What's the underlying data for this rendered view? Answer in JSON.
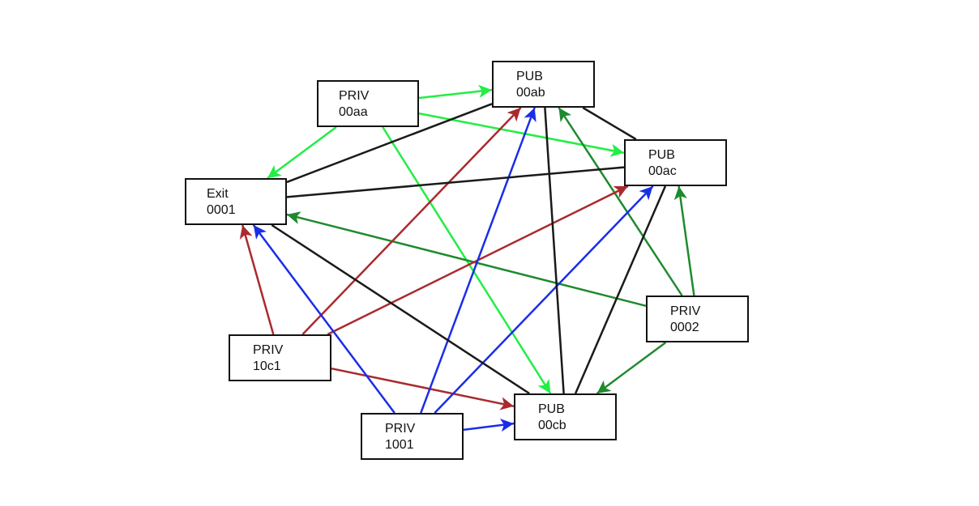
{
  "nodes": [
    {
      "id": "priv00aa",
      "type": "PRIV",
      "code": "00aa"
    },
    {
      "id": "pub00ab",
      "type": "PUB",
      "code": "00ab"
    },
    {
      "id": "pub00ac",
      "type": "PUB",
      "code": "00ac"
    },
    {
      "id": "exit0001",
      "type": "Exit",
      "code": "0001"
    },
    {
      "id": "priv0002",
      "type": "PRIV",
      "code": "0002"
    },
    {
      "id": "priv10c1",
      "type": "PRIV",
      "code": "10c1"
    },
    {
      "id": "pub00cb",
      "type": "PUB",
      "code": "00cb"
    },
    {
      "id": "priv1001",
      "type": "PRIV",
      "code": "1001"
    }
  ],
  "edge_colors": {
    "light_green": "#22ee44",
    "dark_green": "#1e8a2e",
    "red": "#aa2a2e",
    "blue": "#1a2ee8",
    "black": "#1a1a1a"
  },
  "edges": [
    {
      "from": "priv00aa",
      "to": "pub00ab",
      "color": "light_green",
      "arrow": true
    },
    {
      "from": "priv00aa",
      "to": "pub00ac",
      "color": "light_green",
      "arrow": true
    },
    {
      "from": "priv00aa",
      "to": "exit0001",
      "color": "light_green",
      "arrow": true
    },
    {
      "from": "priv00aa",
      "to": "pub00cb",
      "color": "light_green",
      "arrow": true
    },
    {
      "from": "priv0002",
      "to": "exit0001",
      "color": "dark_green",
      "arrow": true
    },
    {
      "from": "priv0002",
      "to": "pub00ab",
      "color": "dark_green",
      "arrow": true
    },
    {
      "from": "priv0002",
      "to": "pub00ac",
      "color": "dark_green",
      "arrow": true
    },
    {
      "from": "priv0002",
      "to": "pub00cb",
      "color": "dark_green",
      "arrow": true
    },
    {
      "from": "priv10c1",
      "to": "exit0001",
      "color": "red",
      "arrow": true
    },
    {
      "from": "priv10c1",
      "to": "pub00ab",
      "color": "red",
      "arrow": true
    },
    {
      "from": "priv10c1",
      "to": "pub00ac",
      "color": "red",
      "arrow": true
    },
    {
      "from": "priv10c1",
      "to": "pub00cb",
      "color": "red",
      "arrow": true
    },
    {
      "from": "priv1001",
      "to": "exit0001",
      "color": "blue",
      "arrow": true
    },
    {
      "from": "priv1001",
      "to": "pub00ab",
      "color": "blue",
      "arrow": true
    },
    {
      "from": "priv1001",
      "to": "pub00ac",
      "color": "blue",
      "arrow": true
    },
    {
      "from": "priv1001",
      "to": "pub00cb",
      "color": "blue",
      "arrow": true
    },
    {
      "from": "exit0001",
      "to": "pub00ab",
      "color": "black",
      "arrow": false
    },
    {
      "from": "exit0001",
      "to": "pub00ac",
      "color": "black",
      "arrow": false
    },
    {
      "from": "exit0001",
      "to": "pub00cb",
      "color": "black",
      "arrow": false
    },
    {
      "from": "pub00ab",
      "to": "pub00ac",
      "color": "black",
      "arrow": false
    },
    {
      "from": "pub00ab",
      "to": "pub00cb",
      "color": "black",
      "arrow": false
    },
    {
      "from": "pub00ac",
      "to": "pub00cb",
      "color": "black",
      "arrow": false
    }
  ]
}
